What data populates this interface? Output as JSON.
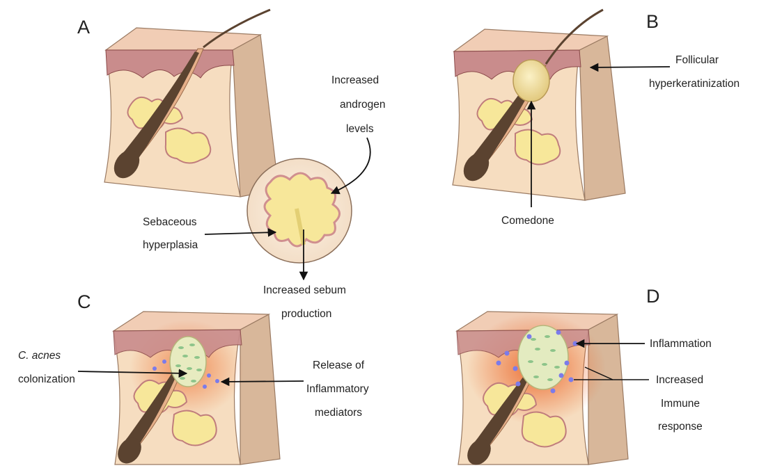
{
  "panels": {
    "a": {
      "letter": "A",
      "labels": {
        "androgen": [
          "Increased",
          "androgen",
          "levels"
        ],
        "hyperplasia": [
          "Sebaceous",
          "hyperplasia"
        ],
        "sebum": [
          "Increased sebum",
          "production"
        ]
      }
    },
    "b": {
      "letter": "B",
      "labels": {
        "hyperkeratinization": [
          "Follicular",
          "hyperkeratinization"
        ],
        "comedone": [
          "Comedone"
        ]
      }
    },
    "c": {
      "letter": "C",
      "labels": {
        "colonization_species": "C. acnes",
        "colonization": "colonization",
        "mediators": [
          "Release of",
          "Inflammatory",
          "mediators"
        ]
      }
    },
    "d": {
      "letter": "D",
      "labels": {
        "inflammation": [
          "Inflammation"
        ],
        "immune": [
          "Increased",
          "Immune",
          "response"
        ]
      }
    }
  },
  "colors": {
    "dermis": "#f6ddc0",
    "side_face": "#d8b79a",
    "epidermis": "#c98c8c",
    "hair": "#5b4330",
    "gland": "#f7e79a",
    "comedone": "#f3e3a6",
    "bacteria": "#8dc48a",
    "immune_cells": "#7b7bea",
    "inflammation": "#ef8a55",
    "arrow": "#111111"
  }
}
